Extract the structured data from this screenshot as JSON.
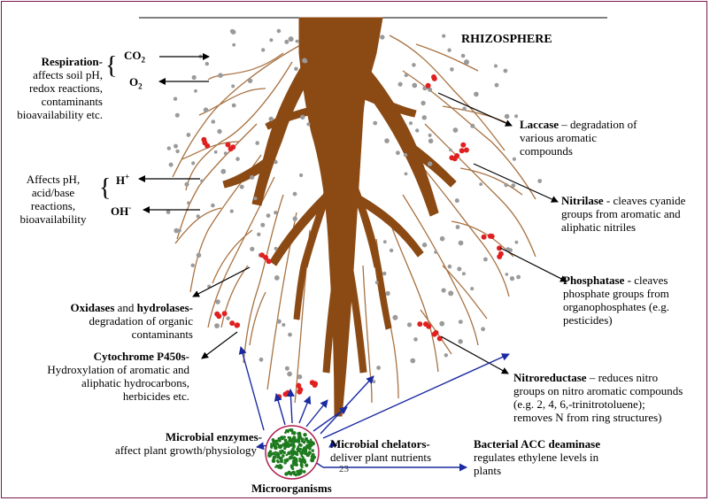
{
  "title": "RHIZOSPHERE",
  "colors": {
    "root": "#8b4a14",
    "rootlet": "#a87242",
    "red_microbe": "#e02020",
    "grey_microbe": "#9a9a9a",
    "arrow_black": "#000000",
    "arrow_blue": "#1a2aa0",
    "frame": "#7a1650",
    "microbe_green": "#1e7a1e"
  },
  "left": {
    "respiration": {
      "heading": "Respiration-",
      "lines": [
        "affects soil pH,",
        "redox reactions,",
        "contaminants",
        "bioavailability etc."
      ],
      "co2": "CO",
      "co2_sub": "2",
      "o2": "O",
      "o2_sub": "2"
    },
    "ph": {
      "lines": [
        "Affects pH,",
        "acid/base",
        "reactions,",
        "bioavailability"
      ],
      "h": "H",
      "h_sup": "+",
      "oh": "OH",
      "oh_sup": "-"
    },
    "oxidases": {
      "bold1": "Oxidases",
      "mid": " and ",
      "bold2": "hydrolases-",
      "lines": [
        "degradation of organic",
        "contaminants"
      ]
    },
    "p450": {
      "heading": "Cytochrome P450s-",
      "lines": [
        "Hydroxylation of aromatic and",
        "aliphatic hydrocarbons,",
        "herbicides etc."
      ]
    }
  },
  "right": {
    "laccase": {
      "heading": "Laccase",
      "rest": " – degradation of",
      "lines": [
        "various aromatic",
        "compounds"
      ]
    },
    "nitrilase": {
      "heading": "Nitrilase",
      "rest": " - cleaves cyanide",
      "lines": [
        "groups from aromatic and",
        "aliphatic nitriles"
      ]
    },
    "phosphatase": {
      "heading": "Phosphatase -",
      "rest": " cleaves",
      "lines": [
        "phosphate groups from",
        "organophosphates (e.g.",
        "pesticides)"
      ]
    },
    "nitroreductase": {
      "heading": "Nitroreductase",
      "rest": " – reduces nitro",
      "lines": [
        "groups on nitro aromatic compounds",
        "(e.g. 2, 4, 6,-trinitrotoluene);",
        "removes N from ring structures)"
      ]
    }
  },
  "bottom": {
    "enzymes": {
      "heading": "Microbial enzymes-",
      "line": "affect plant growth/physiology"
    },
    "chelators": {
      "heading": "Microbial chelators-",
      "line": "deliver plant nutrients"
    },
    "acc": {
      "heading": "Bacterial ACC deaminase",
      "lines": [
        "regulates ethylene levels in",
        "plants"
      ]
    },
    "microorganisms": "Microorganisms",
    "page_number": "23"
  }
}
